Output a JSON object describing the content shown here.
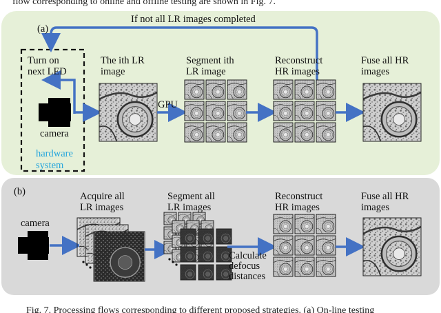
{
  "page_header_fragment": "flow corresponding to online and offline testing are shown in Fig. 7.",
  "panel_a": {
    "tag": "(a)",
    "loop_label": "If not all LR images completed",
    "step1": "Turn on\nnext LED",
    "camera_label": "camera",
    "hardware_label": "hardware\nsystem",
    "step2": "The ith LR\nimage",
    "gpu_label": "GPU",
    "step3": "Segment ith\nLR image",
    "step4": "Reconstruct\nHR images",
    "step5": "Fuse all HR\nimages"
  },
  "panel_b": {
    "tag": "(b)",
    "camera_label": "camera",
    "step1": "Acquire all\nLR images",
    "step2": "Segment all\nLR images",
    "defocus_label": "Calculate\ndefocus\ndistances",
    "step3": "Reconstruct\nHR images",
    "step4": "Fuse all HR\nimages"
  },
  "caption": "Fig. 7. Processing flows corresponding to different proposed strategies. (a) On-line testing",
  "colors": {
    "panel_a_bg": "#e6f0d8",
    "panel_b_bg": "#d9d9d9",
    "arrow": "#4472c4",
    "hardware_text": "#27a6dc"
  }
}
